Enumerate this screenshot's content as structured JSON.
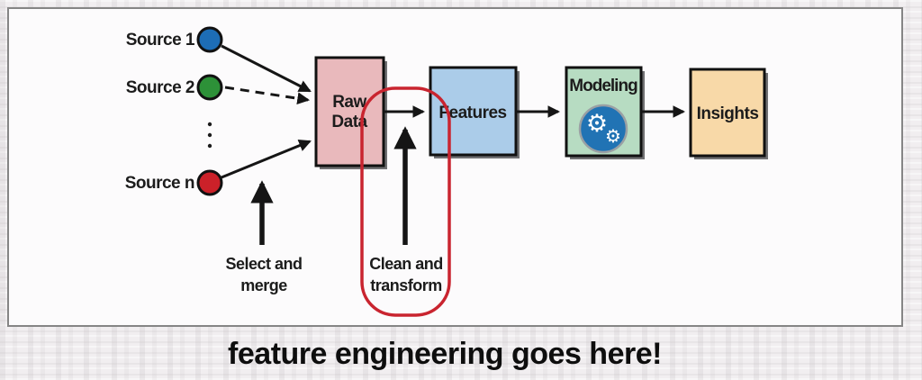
{
  "window": {
    "panel_bg": "#fcfbfc",
    "panel_border": "#858585",
    "outer_bg": "#f1eef0"
  },
  "caption": {
    "text": "feature engineering goes here!",
    "color": "#0e0e0e"
  },
  "diagram": {
    "line_color": "#151515",
    "shadow_color": "#58585a",
    "sources": [
      {
        "label": "Source 1",
        "color": "#1d6db6"
      },
      {
        "label": "Source 2",
        "color": "#2d9138"
      },
      {
        "label": "Source n",
        "color": "#cb2129"
      }
    ],
    "boxes": {
      "raw_data": {
        "line1": "Raw",
        "line2": "Data",
        "fill": "#e9b9bc"
      },
      "features": {
        "label": "Features",
        "fill": "#abcce9"
      },
      "modeling": {
        "label": "Modeling",
        "fill": "#b7dcc2",
        "gear_circle_color": "#2173b4",
        "gear_ring_color": "#9aa0a4",
        "gear_glyph": "⚙"
      },
      "insights": {
        "label": "Insights",
        "fill": "#f8d9a8"
      }
    },
    "annotations": {
      "select_merge": {
        "line1": "Select and",
        "line2": "merge"
      },
      "clean_transform": {
        "line1": "Clean and",
        "line2": "transform"
      }
    },
    "highlight": {
      "color": "#c9242f"
    }
  }
}
